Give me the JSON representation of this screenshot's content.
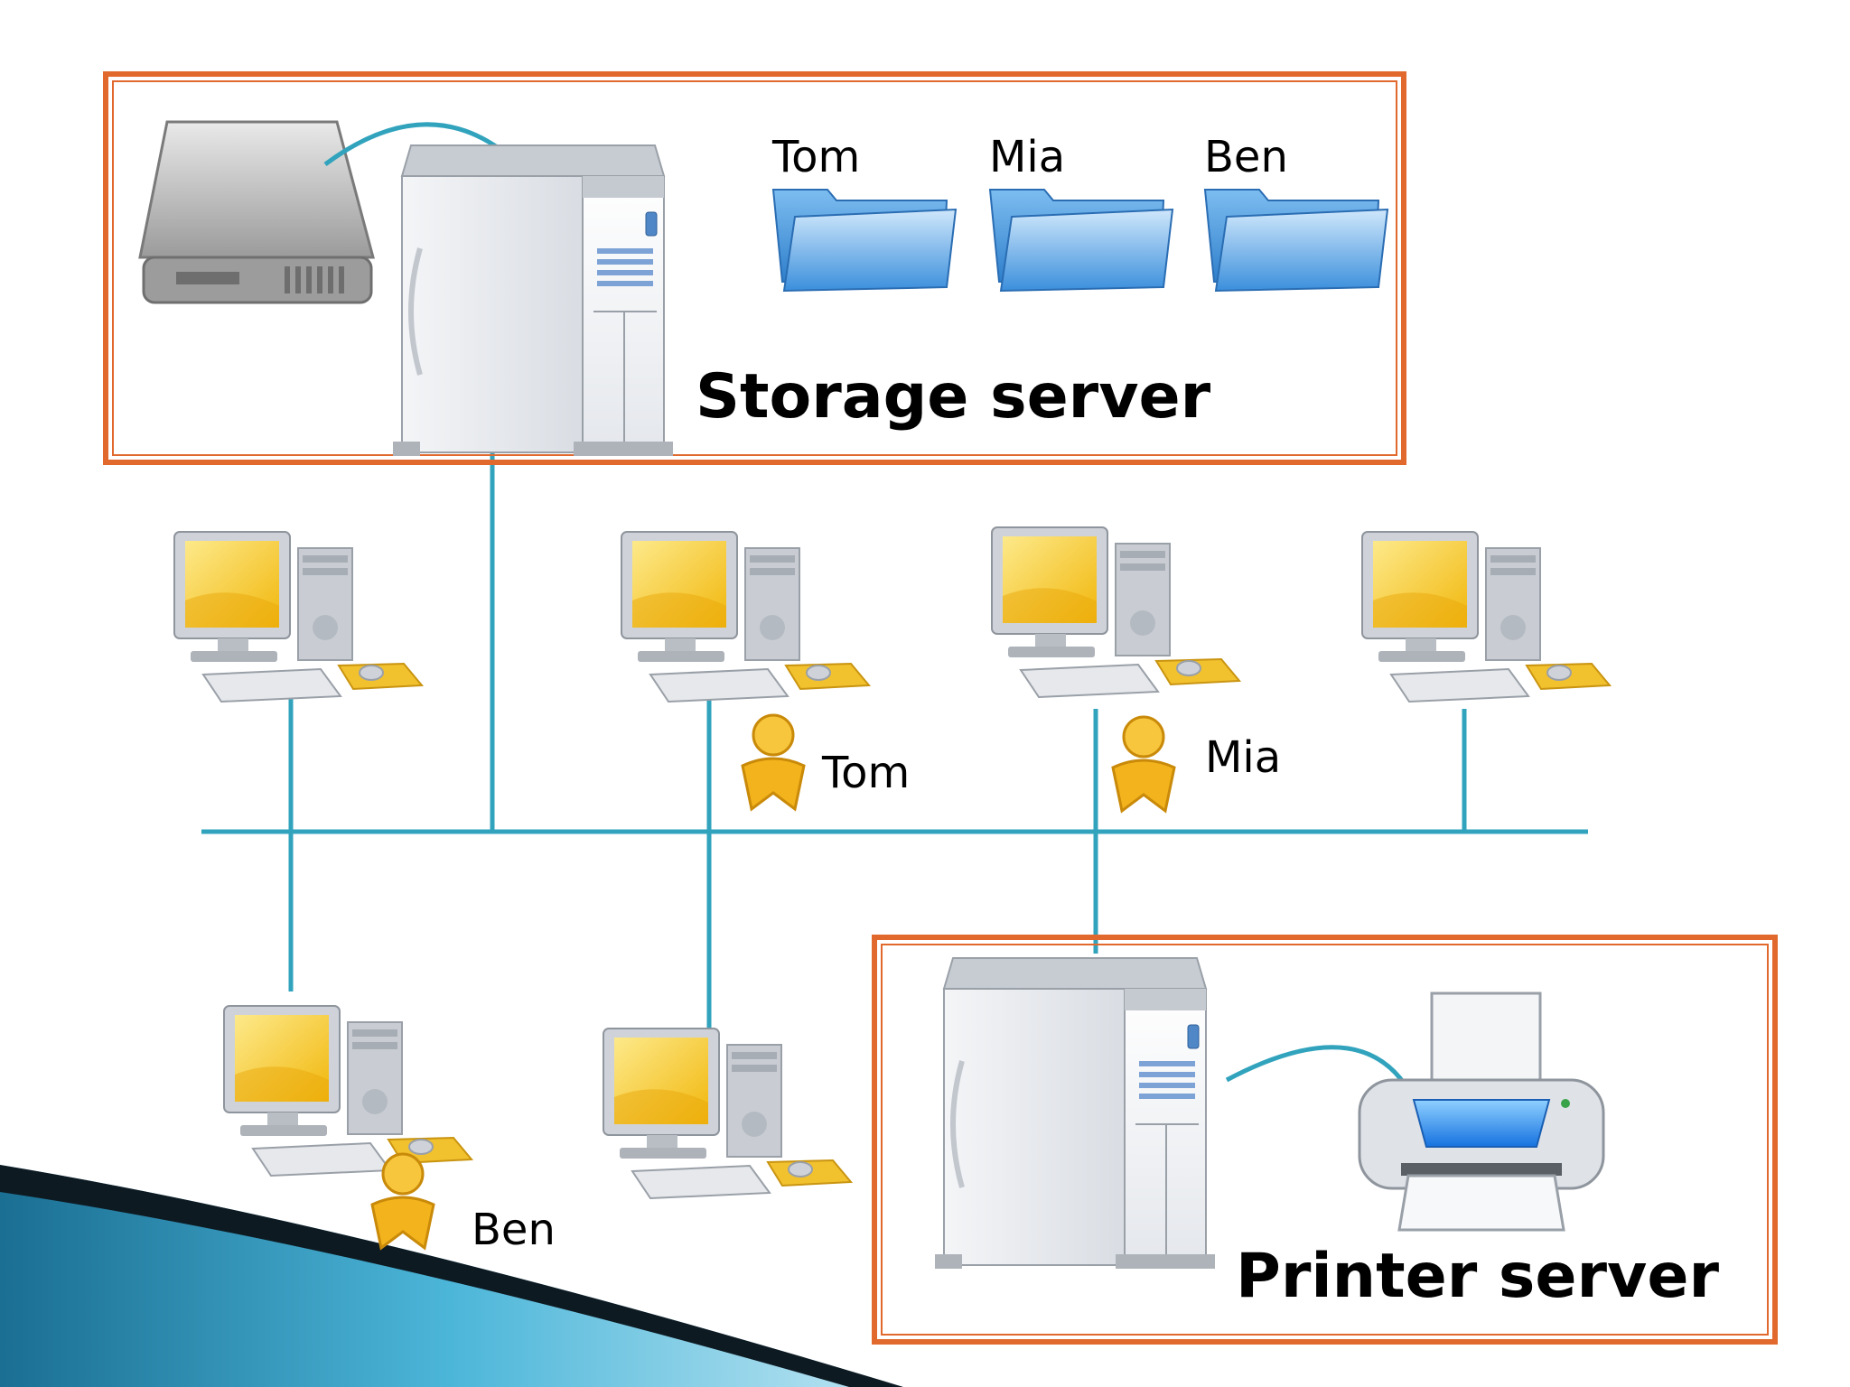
{
  "storage_server": {
    "title": "Storage server",
    "folders": [
      {
        "label": "Tom"
      },
      {
        "label": "Mia"
      },
      {
        "label": "Ben"
      }
    ]
  },
  "printer_server": {
    "title": "Printer server"
  },
  "users": [
    {
      "name": "Tom"
    },
    {
      "name": "Mia"
    },
    {
      "name": "Ben"
    }
  ],
  "colors": {
    "frame": "#e1692e",
    "network_line": "#31a3bd",
    "folder": "#4da3ea",
    "monitor_screen": "#f5c518",
    "user_icon": "#f3b31c",
    "slide_accent": "#2b7ea5"
  },
  "icons": [
    "hard-drive-icon",
    "server-tower-icon",
    "folder-icon",
    "workstation-icon",
    "user-icon",
    "printer-icon"
  ]
}
